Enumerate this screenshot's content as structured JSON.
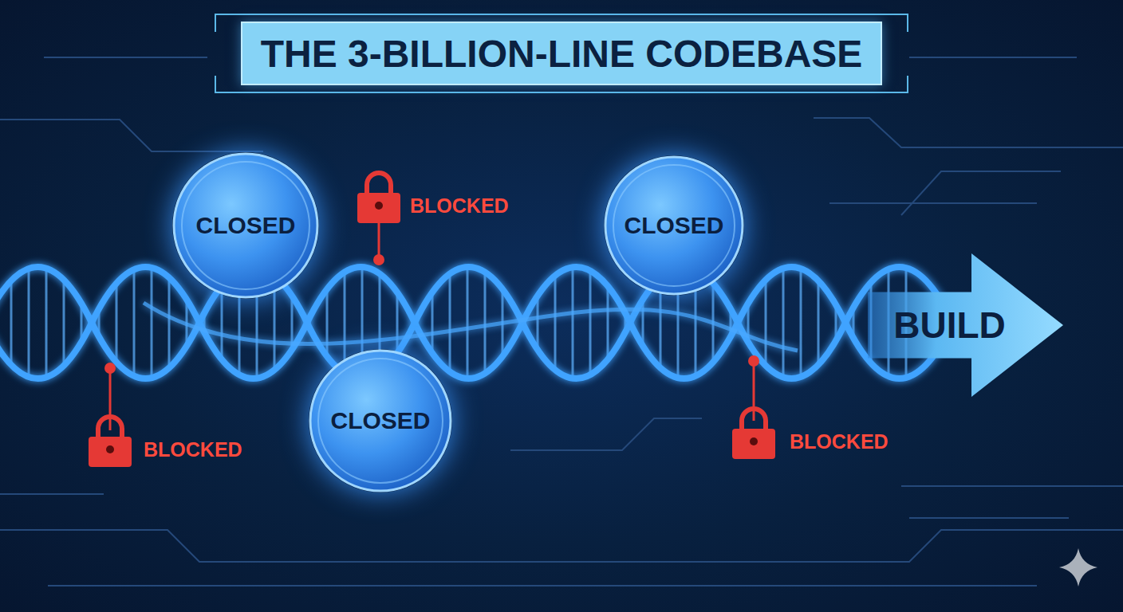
{
  "diagram": {
    "title": "THE 3-BILLION-LINE CODEBASE",
    "nodes": [
      {
        "text": [
          "CLOSED"
        ]
      },
      {
        "text": [
          "CLOSED"
        ]
      },
      {
        "text": [
          "CLOSED"
        ]
      },
      {
        "text": [
          "BUILD"
        ]
      }
    ],
    "labels": [
      "BLOCKED",
      "BLOCKED",
      "BLOCKED"
    ]
  }
}
